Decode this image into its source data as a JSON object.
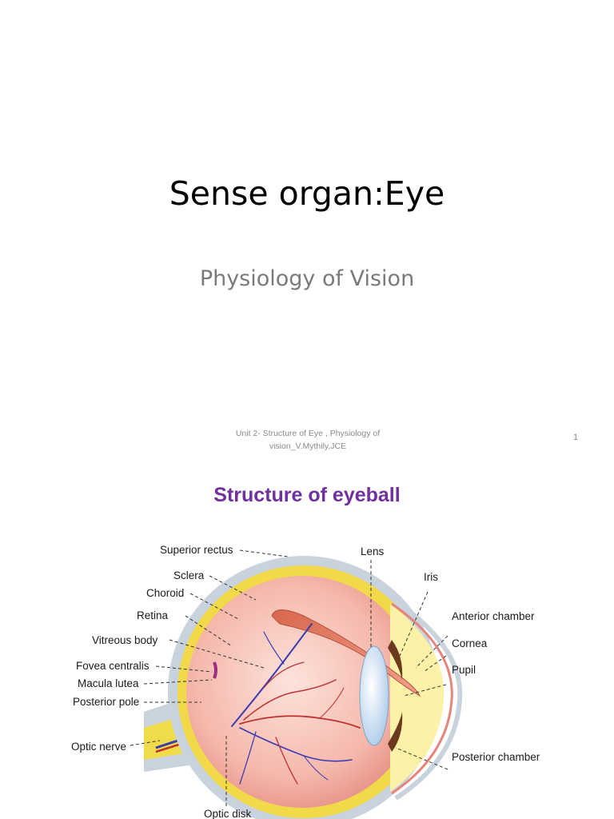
{
  "slide1": {
    "title": "Sense organ:Eye",
    "subtitle": "Physiology of Vision",
    "footer_line1": "Unit 2- Structure of Eye , Physiology of",
    "footer_line2": "vision_V.Mythily,JCE",
    "page_number": "1"
  },
  "slide2": {
    "title": "Structure of eyeball",
    "title_color": "#7030a0",
    "labels": {
      "superior_rectus": "Superior rectus",
      "sclera": "Sclera",
      "choroid": "Choroid",
      "retina": "Retina",
      "vitreous_body": "Vitreous body",
      "fovea_centralis": "Fovea centralis",
      "macula_lutea": "Macula lutea",
      "posterior_pole": "Posterior pole",
      "optic_nerve": "Optic nerve",
      "optic_disk": "Optic disk",
      "lens": "Lens",
      "iris": "Iris",
      "anterior_chamber": "Anterior chamber",
      "cornea": "Cornea",
      "pupil": "Pupil",
      "posterior_chamber": "Posterior chamber"
    }
  }
}
